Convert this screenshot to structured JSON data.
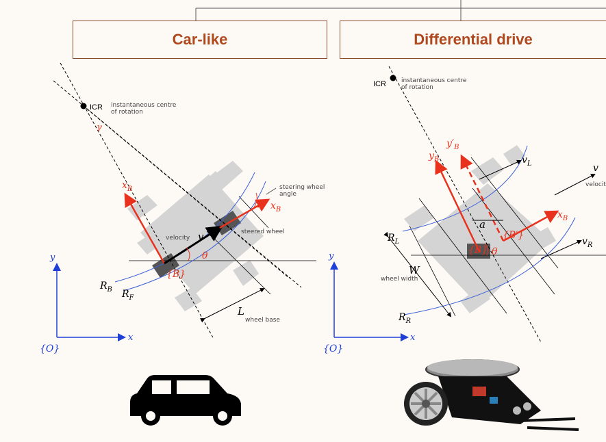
{
  "titles": {
    "car": "Car-like",
    "diff": "Differential drive"
  },
  "car": {
    "icr": "ICR",
    "icr_note1": "instantaneous centre",
    "icr_note2": "of rotation",
    "gamma": "γ",
    "xB": "x",
    "xB_sub": "B",
    "steer_note1": "steering wheel",
    "steer_note2": "angle",
    "gamma2": "γ",
    "xB2": "x",
    "xB2_sub": "B",
    "velocity": "velocity",
    "v": "v",
    "steered": "steered wheel",
    "theta": "θ",
    "B": "{B}",
    "RB": "R",
    "RB_sub": "B",
    "RF": "R",
    "RF_sub": "F",
    "L": "L",
    "wheelbase": "wheel base",
    "y": "y",
    "x": "x",
    "O": "{O}"
  },
  "diff": {
    "icr": "ICR",
    "icr_note1": "instantaneous centre",
    "icr_note2": "of rotation",
    "yB": "y",
    "yB_sub": "B",
    "yB2": "y′",
    "yB2_sub": "B",
    "vL": "v",
    "vL_sub": "L",
    "v": "v",
    "veloc": "velocit",
    "xB": "x",
    "xB_sub": "B",
    "a": "a",
    "RL": "R",
    "RL_sub": "L",
    "Bp": "{B′}",
    "B": "{B}",
    "theta": "θ",
    "vR": "v",
    "vR_sub": "R",
    "W": "W",
    "wheelwidth": "wheel width",
    "RR": "R",
    "RR_sub": "R",
    "y": "y",
    "x": "x",
    "O": "{O}"
  },
  "colors": {
    "title": "#b0481e",
    "frame": "#e8321e",
    "axis": "#1f3fd6",
    "curve": "#3b5fd6"
  }
}
